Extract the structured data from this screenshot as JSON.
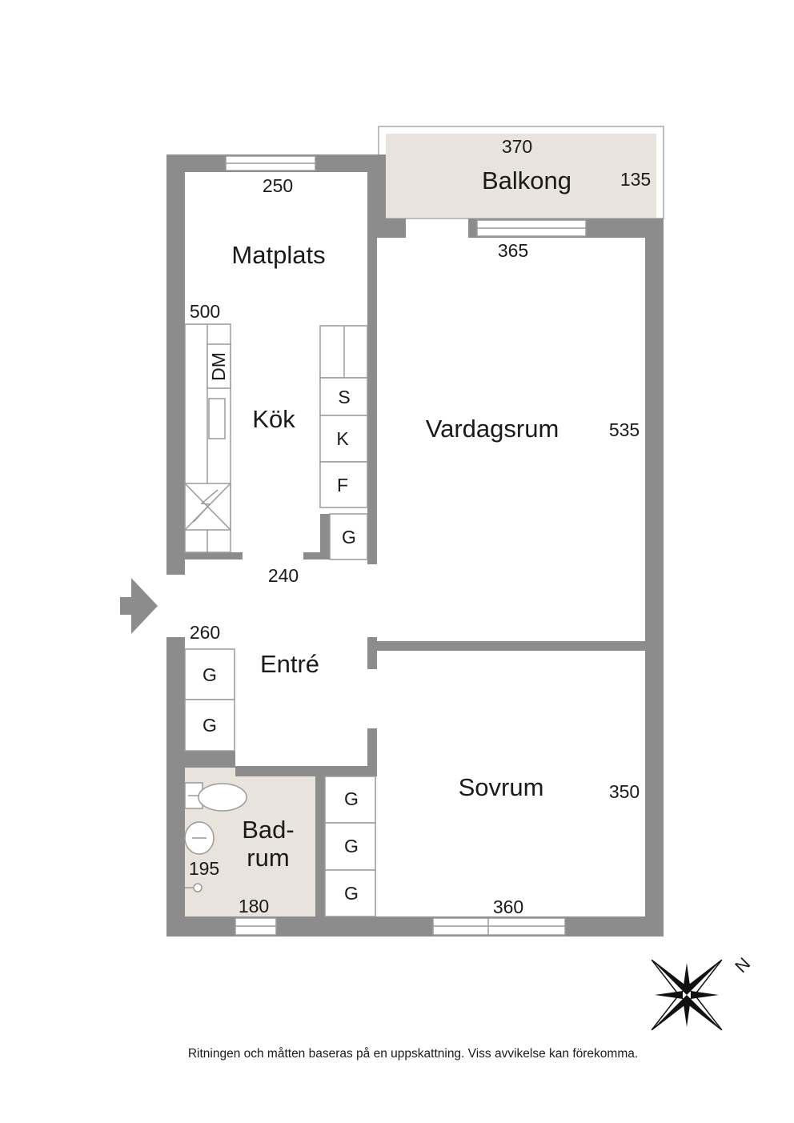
{
  "rooms": {
    "balkong": "Balkong",
    "matplats": "Matplats",
    "kok": "Kök",
    "vardagsrum": "Vardagsrum",
    "entre": "Entré",
    "sovrum": "Sovrum",
    "badrum_line1": "Bad-",
    "badrum_line2": "rum"
  },
  "dimensions": {
    "balkong_width": "370",
    "balkong_depth": "135",
    "matplats_width": "250",
    "kok_length": "500",
    "kok_width": "240",
    "vardagsrum_window": "365",
    "vardagsrum_length": "535",
    "entre_length": "260",
    "sovrum_length": "350",
    "sovrum_width": "360",
    "badrum_length": "195",
    "badrum_width": "180"
  },
  "fixtures": {
    "dishwasher": "DM",
    "s": "S",
    "k": "K",
    "f": "F",
    "g": "G"
  },
  "compass": {
    "north": "N"
  },
  "footnote": "Ritningen och måtten baseras på en uppskattning. Viss avvikelse kan förekomma.",
  "colors": {
    "wall": "#8c8c8c",
    "balcony_floor": "#e8e3dc",
    "bath_floor": "#e8e3dc"
  }
}
